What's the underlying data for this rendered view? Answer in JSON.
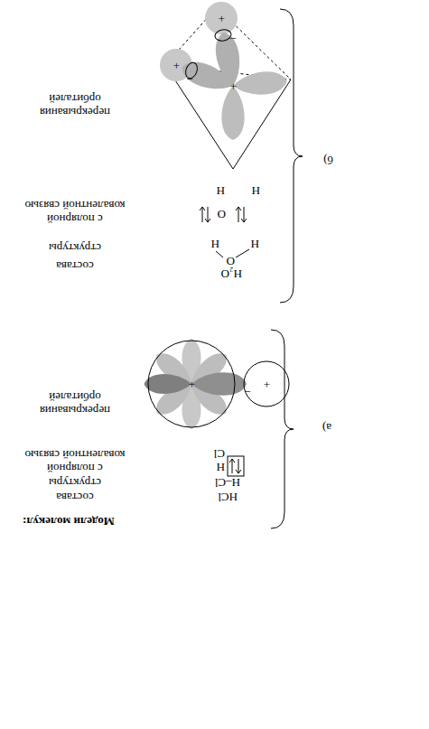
{
  "diagram": {
    "title": "Модели молекул:",
    "labels": [
      "а)",
      "HCl",
      "состава",
      "H–Cl",
      "структуры",
      "H",
      "Cl",
      "с полярной ковалентной связью",
      "перекрывания орбиталей",
      "+",
      "+",
      "−",
      "б)",
      "H₂O",
      "состава",
      "O",
      "H",
      "H",
      "структуры",
      "H",
      "O",
      "H",
      "с полярной ковалентной связью",
      "перекрывания орбиталей",
      "+",
      "+",
      "+",
      "−",
      "−"
    ]
  }
}
